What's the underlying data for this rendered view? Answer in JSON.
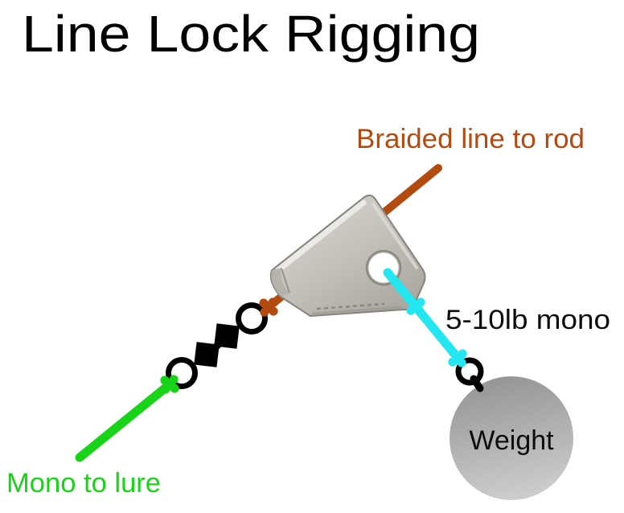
{
  "title": "Line Lock Rigging",
  "labels": {
    "braided": "Braided line to rod",
    "leader": "5-10lb mono",
    "lure": "Mono to lure",
    "weight": "Weight"
  },
  "colors": {
    "braided_line": "#b34a0f",
    "leader_mono": "#24e6f1",
    "lure_mono": "#19d319",
    "hardware": "#000000",
    "label_dark": "#0d0d0d",
    "title_text": "#000000",
    "metal_light": "#d4d2cc",
    "metal_dark": "#a9a79f",
    "weight_top": "#959595",
    "weight_bottom": "#cecece"
  }
}
